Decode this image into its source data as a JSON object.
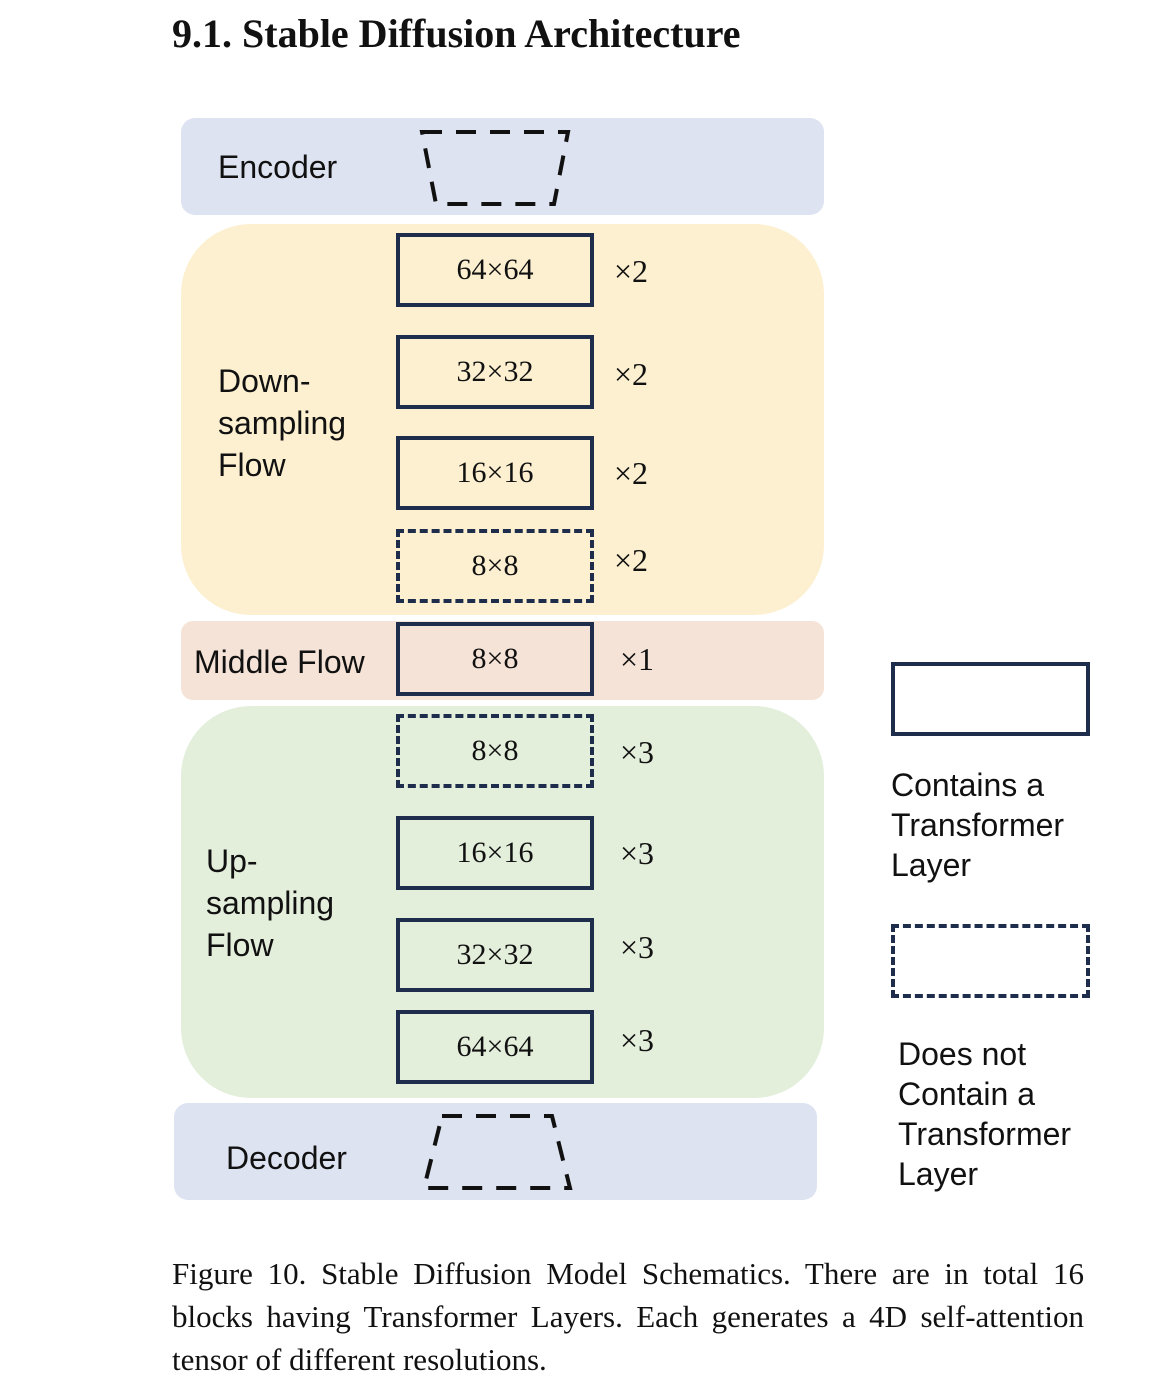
{
  "section_heading": "9.1. Stable Diffusion Architecture",
  "colors": {
    "encoder_decoder_panel": "#dde3f0",
    "downsampling_panel": "#fcf0d0",
    "middle_panel": "#f6e3d7",
    "upsampling_panel": "#e3eedb",
    "block_border": "#1f2d4c"
  },
  "diagram": {
    "encoder": {
      "label": "Encoder"
    },
    "downsampling": {
      "label": "Down-\nsampling\nFlow",
      "blocks": [
        {
          "resolution": "64×64",
          "repeat": "×2",
          "has_transformer": true
        },
        {
          "resolution": "32×32",
          "repeat": "×2",
          "has_transformer": true
        },
        {
          "resolution": "16×16",
          "repeat": "×2",
          "has_transformer": true
        },
        {
          "resolution": "8×8",
          "repeat": "×2",
          "has_transformer": false
        }
      ]
    },
    "middle": {
      "label": "Middle Flow",
      "blocks": [
        {
          "resolution": "8×8",
          "repeat": "×1",
          "has_transformer": true
        }
      ]
    },
    "upsampling": {
      "label": "Up-\nsampling\nFlow",
      "blocks": [
        {
          "resolution": "8×8",
          "repeat": "×3",
          "has_transformer": false
        },
        {
          "resolution": "16×16",
          "repeat": "×3",
          "has_transformer": true
        },
        {
          "resolution": "32×32",
          "repeat": "×3",
          "has_transformer": true
        },
        {
          "resolution": "64×64",
          "repeat": "×3",
          "has_transformer": true
        }
      ]
    },
    "decoder": {
      "label": "Decoder"
    }
  },
  "legend": {
    "solid": "Contains a\nTransformer\nLayer",
    "dashed": "Does not\nContain a\nTransformer\nLayer"
  },
  "caption": "Figure 10. Stable Diffusion Model Schematics. There are in total 16 blocks having Transformer Layers. Each generates a 4D self-attention tensor of different resolutions."
}
